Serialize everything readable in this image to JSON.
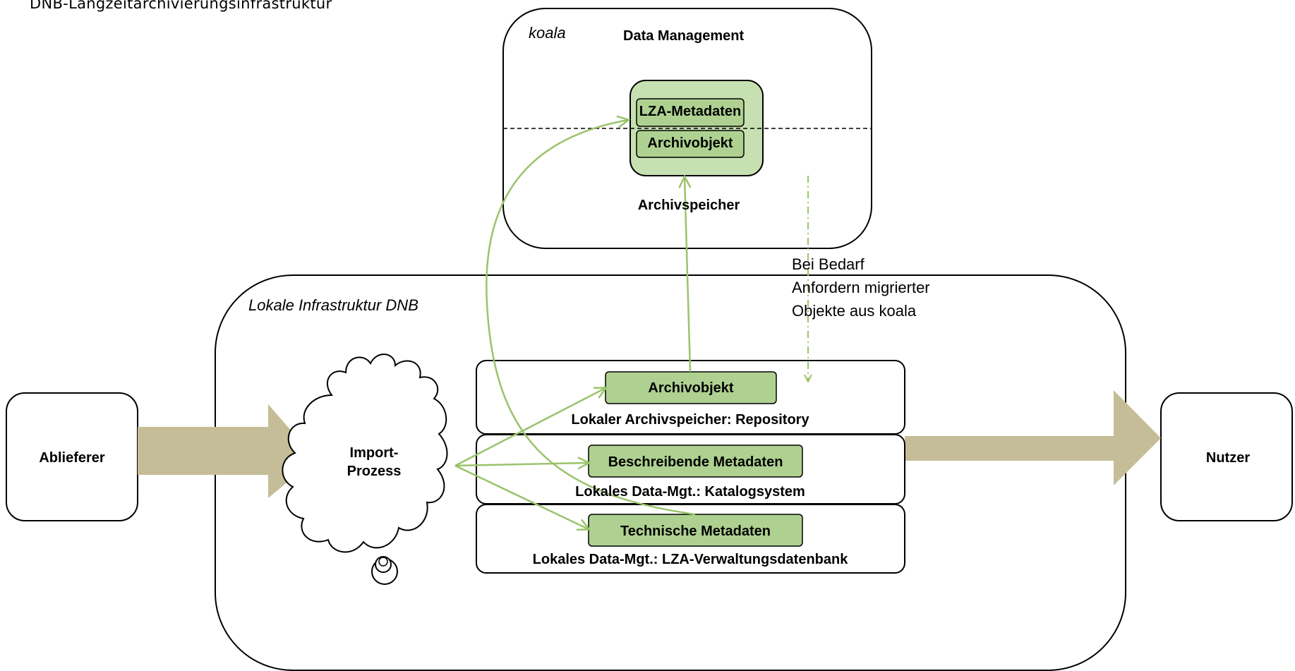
{
  "caption": "DNB-Langzeitarchivierungsinfrastruktur",
  "koala": {
    "name": "koala",
    "title": "Data Management",
    "storage_label": "Archivspeicher",
    "items": [
      "LZA-Metadaten",
      "Archivobjekt"
    ]
  },
  "local": {
    "name": "Lokale Infrastruktur DNB",
    "process": "Import-\nProzess",
    "rows": [
      {
        "item": "Archivobjekt",
        "label": "Lokaler Archivspeicher: Repository"
      },
      {
        "item": "Beschreibende Metadaten",
        "label": "Lokales Data-Mgt.: Katalogsystem"
      },
      {
        "item": "Technische Metadaten",
        "label": "Lokales Data-Mgt.: LZA-Verwaltungsdatenbank"
      }
    ]
  },
  "on_demand_note": [
    "Bei Bedarf",
    "Anfordern migrierter",
    "Objekte aus koala"
  ],
  "actors": {
    "producer": "Ablieferer",
    "consumer": "Nutzer"
  },
  "colors": {
    "green_fill": "#aed191",
    "green_light": "#c7e0b2",
    "green_line": "#9bc36b",
    "big_arrow": "#c4bd97",
    "stroke": "#000000"
  }
}
